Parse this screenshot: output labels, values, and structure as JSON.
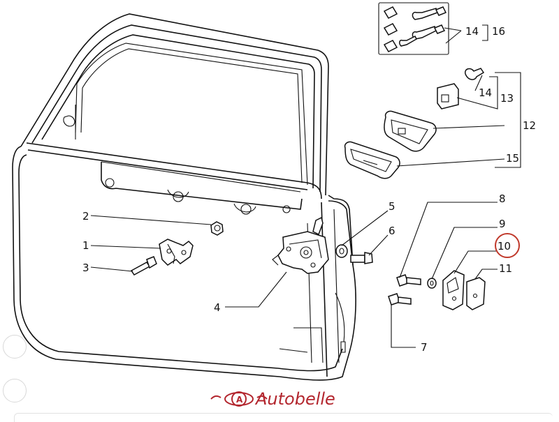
{
  "diagram": {
    "callouts": [
      {
        "id": "1",
        "label": "1"
      },
      {
        "id": "2",
        "label": "2"
      },
      {
        "id": "3",
        "label": "3"
      },
      {
        "id": "4",
        "label": "4"
      },
      {
        "id": "5",
        "label": "5"
      },
      {
        "id": "6",
        "label": "6"
      },
      {
        "id": "7",
        "label": "7"
      },
      {
        "id": "8",
        "label": "8"
      },
      {
        "id": "9",
        "label": "9"
      },
      {
        "id": "10",
        "label": "10",
        "highlighted": true
      },
      {
        "id": "11",
        "label": "11"
      },
      {
        "id": "12",
        "label": "12"
      },
      {
        "id": "13",
        "label": "13"
      },
      {
        "id": "14a",
        "label": "14"
      },
      {
        "id": "14b",
        "label": "14"
      },
      {
        "id": "15",
        "label": "15"
      },
      {
        "id": "16",
        "label": "16"
      }
    ],
    "highlight_color": "#c0392b"
  },
  "brand": {
    "name": "Autobelle",
    "color": "#b3262e",
    "logo": "autobelle-logo-icon"
  }
}
